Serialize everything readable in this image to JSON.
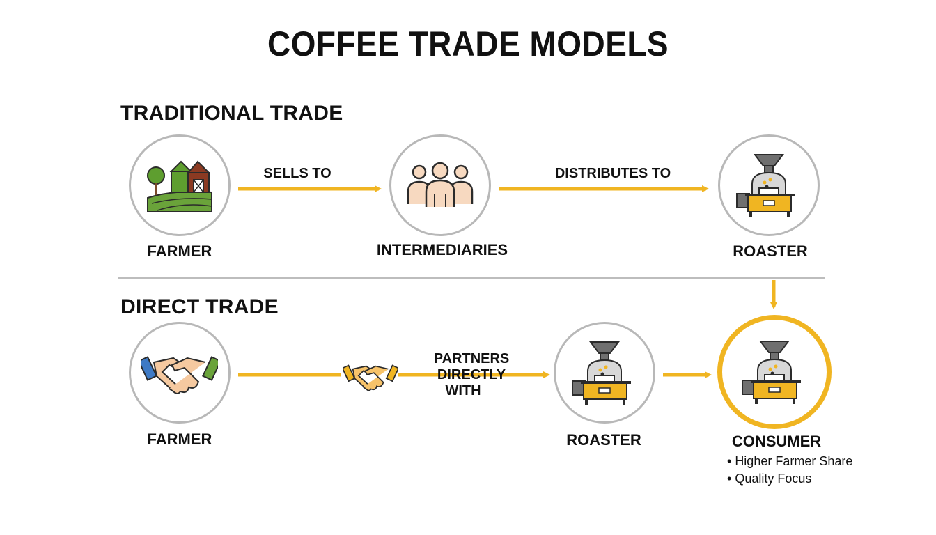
{
  "title": "COFFEE TRADE MODELS",
  "traditional": {
    "heading": "TRADITIONAL TRADE",
    "farmer": "FARMER",
    "edge1": "SELLS TO",
    "intermediaries": "INTERMEDIARIES",
    "edge2": "DISTRIBUTES TO",
    "roaster": "ROASTER"
  },
  "direct": {
    "heading": "DIRECT TRADE",
    "farmer": "FARMER",
    "edge_line1": "PARTNERS DIRECTLY",
    "edge_line2": "WITH",
    "roaster": "ROASTER",
    "consumer": "CONSUMER",
    "benefits": [
      "Higher Farmer Share",
      "Quality Focus"
    ]
  },
  "colors": {
    "accent": "#f0b522",
    "circle_border": "#b8b8b8",
    "divider": "#bdbdbd"
  },
  "icons": {
    "farmer_traditional": "farm-icon",
    "intermediaries": "people-group-icon",
    "roaster": "coffee-roaster-icon",
    "farmer_direct": "handshake-icon",
    "consumer": "coffee-roaster-icon"
  }
}
